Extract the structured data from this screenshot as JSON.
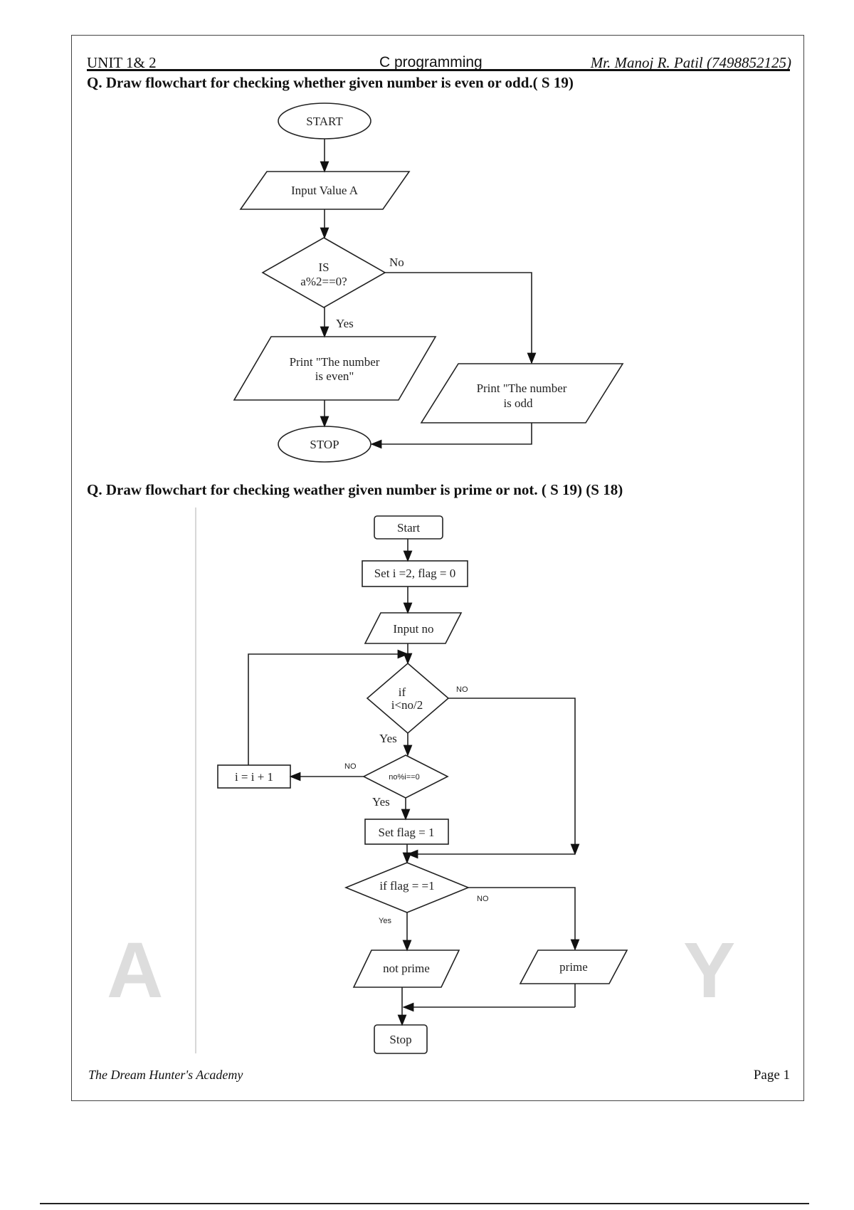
{
  "header": {
    "unit": "UNIT 1& 2",
    "subject": "C programming",
    "author": "Mr. Manoj R. Patil (7498852125)"
  },
  "q1": {
    "title": "Q. Draw flowchart for checking whether given number is even or odd.( S 19)",
    "nodes": {
      "start": "START",
      "input": "Input Value A",
      "cond1": "IS",
      "cond2": "a%2==0?",
      "no": "No",
      "yes": "Yes",
      "even1": "Print \"The number",
      "even2": "is even\"",
      "odd1": "Print \"The number",
      "odd2": "is odd",
      "stop": "STOP"
    }
  },
  "q2": {
    "title": "Q. Draw flowchart for checking weather given number is prime or not. ( S 19) (S 18)",
    "nodes": {
      "start": "Start",
      "set": "Set i =2, flag = 0",
      "input": "Input no",
      "d1a": "if",
      "d1b": "i<no/2",
      "no1": "NO",
      "yes1": "Yes",
      "d2": "no%i==0",
      "no2": "NO",
      "inc": "i = i + 1",
      "yes2": "Yes",
      "setflag": "Set flag = 1",
      "d3": "if flag = =1",
      "no3": "NO",
      "yes3": "Yes",
      "notprime": "not prime",
      "prime": "prime",
      "stop": "Stop"
    }
  },
  "footer": {
    "academy": "The Dream Hunter's Academy",
    "page": "Page 1"
  }
}
